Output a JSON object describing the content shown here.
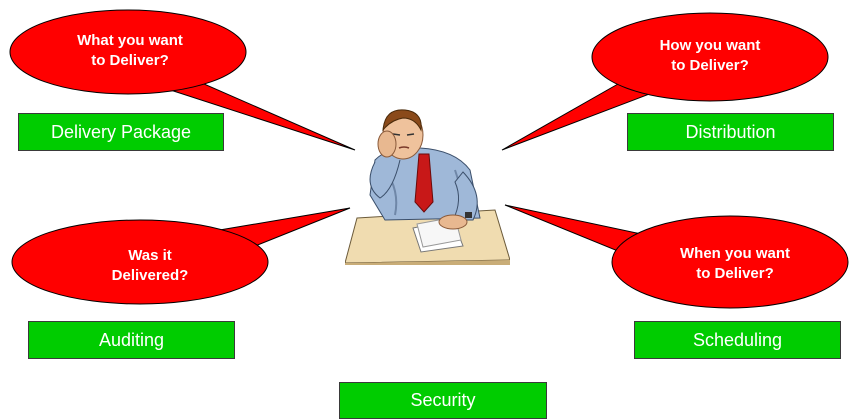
{
  "bubbles": {
    "what": "What you want\nto Deliver?",
    "how": "How you want\nto Deliver?",
    "was": "Was it\nDelivered?",
    "when": "When you want\nto Deliver?"
  },
  "boxes": {
    "delivery_package": "Delivery Package",
    "distribution": "Distribution",
    "auditing": "Auditing",
    "scheduling": "Scheduling",
    "security": "Security"
  },
  "colors": {
    "bubble_fill": "#ff0000",
    "box_fill": "#00cc00",
    "text_on_box": "#ffffff"
  }
}
